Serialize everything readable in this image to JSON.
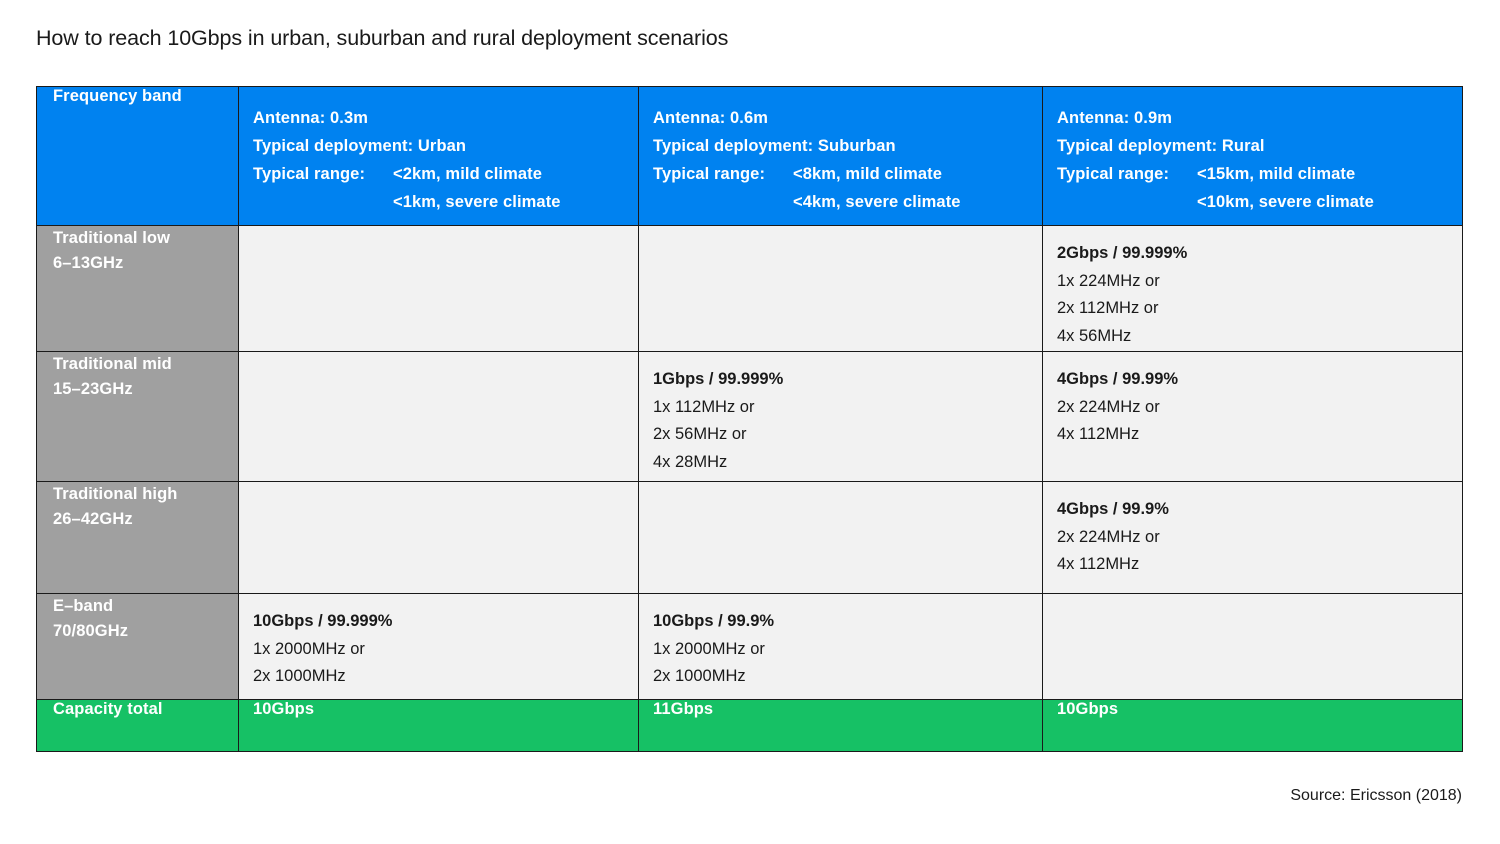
{
  "title": "How to reach 10Gbps in urban, suburban and rural deployment scenarios",
  "source": "Source: Ericsson (2018)",
  "colors": {
    "header_blue": "#0082f0",
    "row_label_gray": "#a0a0a0",
    "cell_gray": "#f2f2f2",
    "total_green": "#16c165",
    "border": "#1a1a1a",
    "text_dark": "#1a1a1a",
    "text_light": "#ffffff"
  },
  "table": {
    "corner_label": "Frequency band",
    "columns": [
      {
        "antenna_key": "Antenna:",
        "antenna_value": "0.3m",
        "deployment_key": "Typical deployment:",
        "deployment_value": "Urban",
        "range_key": "Typical range:",
        "range_values": [
          "<2km, mild climate",
          "<1km, severe climate"
        ]
      },
      {
        "antenna_key": "Antenna:",
        "antenna_value": "0.6m",
        "deployment_key": "Typical deployment:",
        "deployment_value": "Suburban",
        "range_key": "Typical range:",
        "range_values": [
          "<8km, mild climate",
          "<4km, severe climate"
        ]
      },
      {
        "antenna_key": "Antenna:",
        "antenna_value": "0.9m",
        "deployment_key": "Typical deployment:",
        "deployment_value": "Rural",
        "range_key": "Typical range:",
        "range_values": [
          "<15km, mild climate",
          "<10km, severe climate"
        ]
      }
    ],
    "rows": [
      {
        "label_line1": "Traditional low",
        "label_line2": "6–13GHz",
        "cells": [
          {
            "headline": "",
            "details": []
          },
          {
            "headline": "",
            "details": []
          },
          {
            "headline": "2Gbps / 99.999%",
            "details": [
              "1x 224MHz or",
              "2x 112MHz or",
              "4x 56MHz"
            ]
          }
        ]
      },
      {
        "label_line1": "Traditional mid",
        "label_line2": "15–23GHz",
        "cells": [
          {
            "headline": "",
            "details": []
          },
          {
            "headline": "1Gbps / 99.999%",
            "details": [
              "1x 112MHz or",
              "2x 56MHz or",
              "4x 28MHz"
            ]
          },
          {
            "headline": "4Gbps / 99.99%",
            "details": [
              "2x 224MHz or",
              "4x 112MHz"
            ]
          }
        ]
      },
      {
        "label_line1": "Traditional high",
        "label_line2": "26–42GHz",
        "cells": [
          {
            "headline": "",
            "details": []
          },
          {
            "headline": "",
            "details": []
          },
          {
            "headline": "4Gbps / 99.9%",
            "details": [
              "2x 224MHz or",
              "4x 112MHz"
            ]
          }
        ]
      },
      {
        "label_line1": "E–band",
        "label_line2": "70/80GHz",
        "cells": [
          {
            "headline": "10Gbps / 99.999%",
            "details": [
              "1x 2000MHz or",
              "2x 1000MHz"
            ]
          },
          {
            "headline": "10Gbps / 99.9%",
            "details": [
              "1x 2000MHz or",
              "2x 1000MHz"
            ]
          },
          {
            "headline": "",
            "details": []
          }
        ]
      }
    ],
    "total": {
      "label": "Capacity total",
      "values": [
        "10Gbps",
        "11Gbps",
        "10Gbps"
      ]
    }
  }
}
